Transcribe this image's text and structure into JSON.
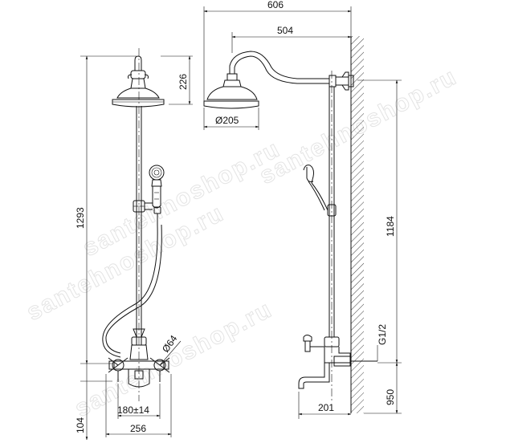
{
  "watermark": {
    "text": "santehnoshop.ru"
  },
  "dimensions": {
    "top_width": "606",
    "arm_length": "504",
    "head_height": "226",
    "head_diameter": "Ø205",
    "total_height": "1293",
    "rail_height": "1184",
    "handle_diameter": "Ø64",
    "thread": "G1/2",
    "mount_height": "950",
    "bottom_offset": "104",
    "center_distance": "180±14",
    "mixer_width": "256",
    "spout_projection": "201"
  }
}
